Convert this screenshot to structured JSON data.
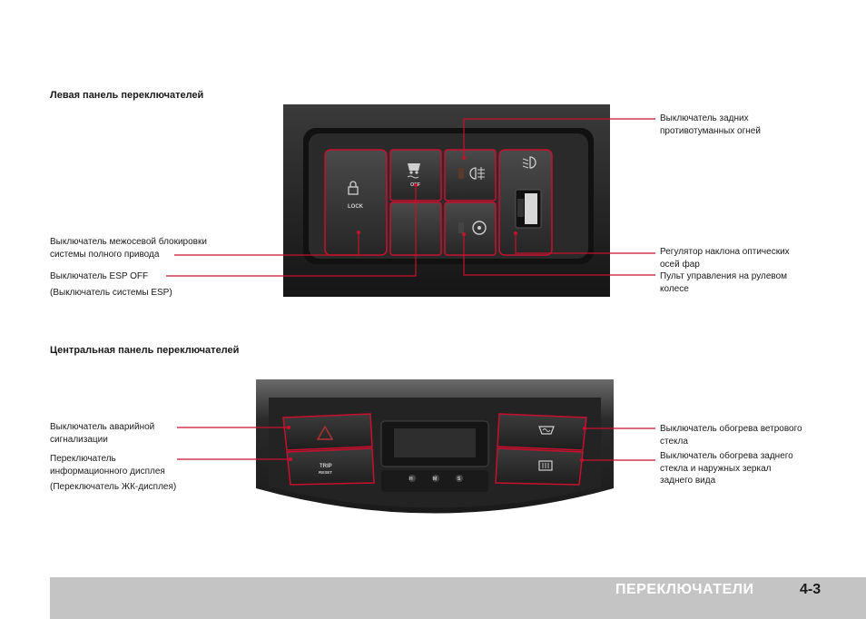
{
  "left_panel": {
    "title": "Левая панель переключателей",
    "button_texts": {
      "lock": "LOCK",
      "esp_off": "OFF"
    },
    "labels": {
      "rear_fog": [
        "Выключатель задних",
        "противотуманных огней"
      ],
      "center_lock": [
        "Выключатель межосевой блокировки",
        "системы полного привода"
      ],
      "esp_off": "Выключатель ESP OFF",
      "esp_note": "(Выключатель системы ESP)",
      "headlamp_leveling": [
        "Регулятор наклона оптических",
        "осей фар"
      ],
      "steering_remote": [
        "Пульт управления на рулевом",
        "колесе"
      ]
    }
  },
  "center_panel": {
    "title": "Центральная панель переключателей",
    "button_texts": {
      "trip": "TRIP",
      "reset": "RESET",
      "h": "H",
      "m": "M",
      "s": "S"
    },
    "labels": {
      "hazard": [
        "Выключатель аварийной",
        "сигнализации"
      ],
      "info_display": [
        "Переключатель",
        "информационного дисплея"
      ],
      "info_note": "(Переключатель ЖК-дисплея)",
      "front_defrost": [
        "Выключатель обогрева ветрового",
        "стекла"
      ],
      "rear_defrost": [
        "Выключатель обогрева заднего",
        "стекла и наружных зеркал",
        "заднего вида"
      ]
    }
  },
  "footer": {
    "section_title": "ПЕРЕКЛЮЧАТЕЛИ",
    "page_number": "4-3"
  },
  "colors": {
    "accent": "#c8102e",
    "panel_dark": "#1f1f1f",
    "footer_bar": "#c4c4c4"
  }
}
